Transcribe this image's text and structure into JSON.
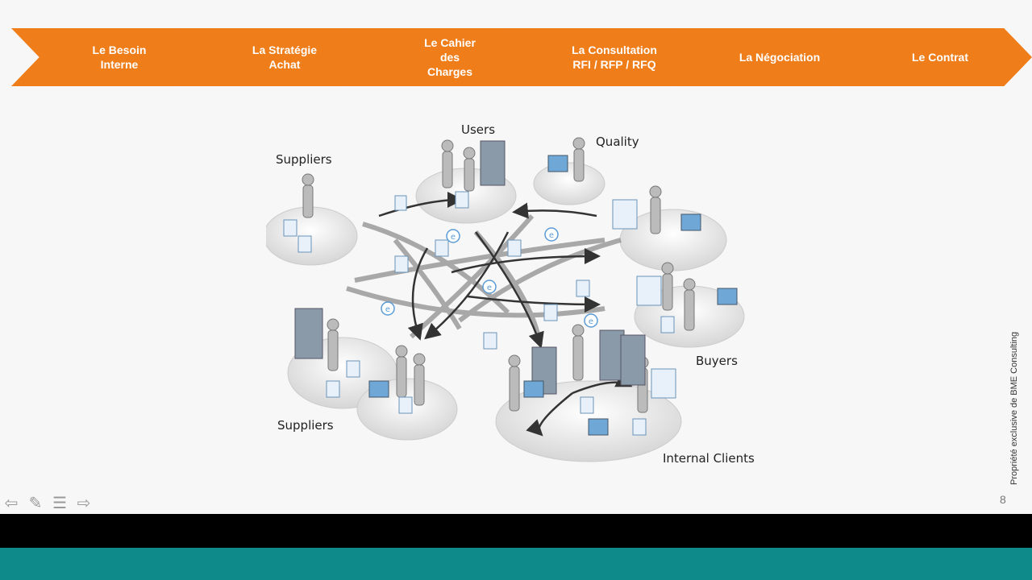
{
  "process_steps": [
    {
      "label": "Le Besoin\nInterne"
    },
    {
      "label": "La Stratégie\nAchat"
    },
    {
      "label": "Le Cahier\ndes\nCharges"
    },
    {
      "label": "La Consultation\nRFI / RFP / RFQ"
    },
    {
      "label": "La Négociation"
    },
    {
      "label": "Le Contrat"
    }
  ],
  "diagram": {
    "labels": {
      "users": "Users",
      "quality": "Quality",
      "suppliers_top": "Suppliers",
      "buyers": "Buyers",
      "suppliers_bottom": "Suppliers",
      "internal_clients": "Internal Clients"
    }
  },
  "footer": {
    "page_number": "8",
    "sidenote": "Propriété exclusive de BME Consulting"
  },
  "nav": {
    "icons": [
      "arrow-left-icon",
      "pen-icon",
      "menu-icon",
      "arrow-right-icon"
    ]
  },
  "colors": {
    "chevron": "#ee7d1a",
    "teal_bar": "#0d8a89",
    "black_bar": "#000000"
  }
}
